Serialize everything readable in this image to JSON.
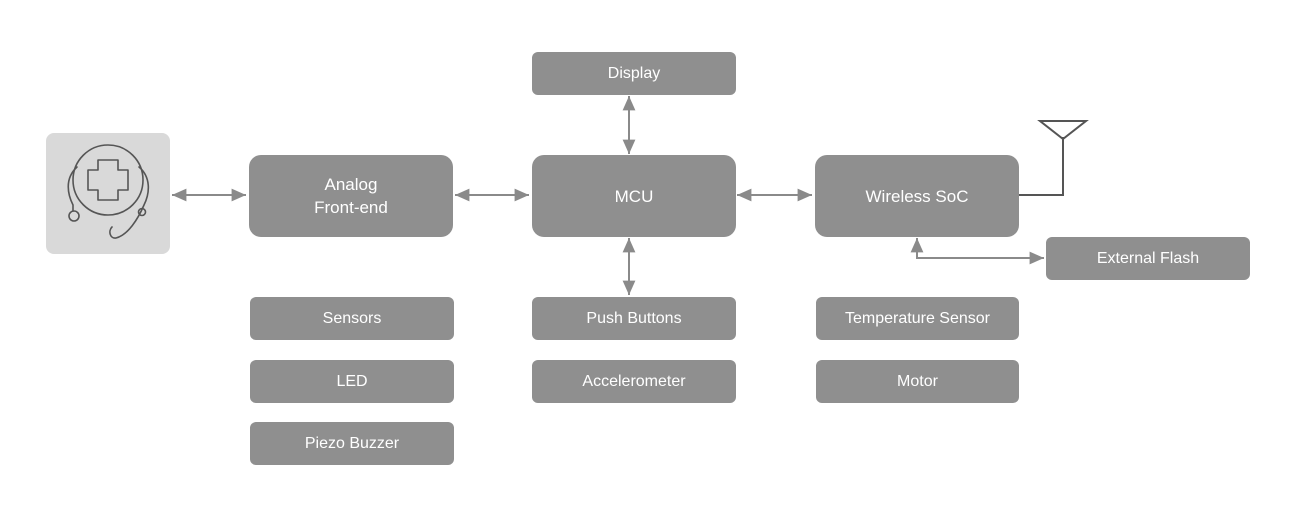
{
  "blocks": {
    "display": "Display",
    "afe": "Analog\nFront-end",
    "mcu": "MCU",
    "wireless": "Wireless SoC",
    "flash": "External Flash",
    "sensors": "Sensors",
    "led": "LED",
    "buzzer": "Piezo Buzzer",
    "buttons": "Push Buttons",
    "accel": "Accelerometer",
    "temp": "Temperature Sensor",
    "motor": "Motor"
  },
  "icons": {
    "medical": "medical-stethoscope-icon",
    "antenna": "antenna-icon"
  },
  "colors": {
    "block": "#8f8f8f",
    "block_text": "#ffffff",
    "connector": "#8a8a8a",
    "icon_tile": "#d9d9d9",
    "antenna": "#555555"
  }
}
